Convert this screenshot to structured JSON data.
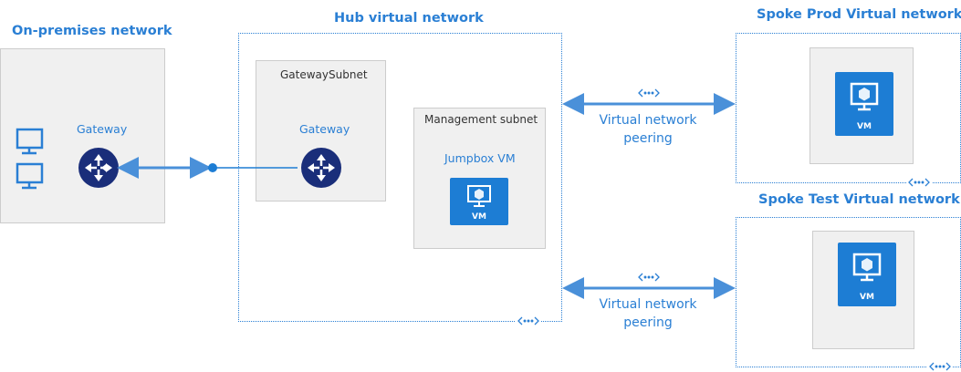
{
  "onprem": {
    "title": "On-premises network",
    "gateway_label": "Gateway"
  },
  "hub": {
    "title": "Hub virtual network",
    "gateway_subnet": {
      "label": "GatewaySubnet",
      "gateway_label": "Gateway"
    },
    "management_subnet": {
      "label": "Management subnet",
      "jumpbox_label": "Jumpbox VM",
      "vm_label": "VM"
    }
  },
  "spoke_prod": {
    "title": "Spoke Prod Virtual network",
    "vm_label": "VM"
  },
  "spoke_test": {
    "title": "Spoke Test Virtual network",
    "vm_label": "VM"
  },
  "peering": {
    "top": {
      "line1": "Virtual network",
      "line2": "peering"
    },
    "bottom": {
      "line1": "Virtual network",
      "line2": "peering"
    }
  },
  "colors": {
    "accent": "#2a7fd4",
    "gateway": "#1a2e7a",
    "vm": "#1d7dd4",
    "box_fill": "#f0f0f0"
  },
  "icons": [
    "monitor-icon",
    "router-icon",
    "vm-icon",
    "peering-icon"
  ]
}
